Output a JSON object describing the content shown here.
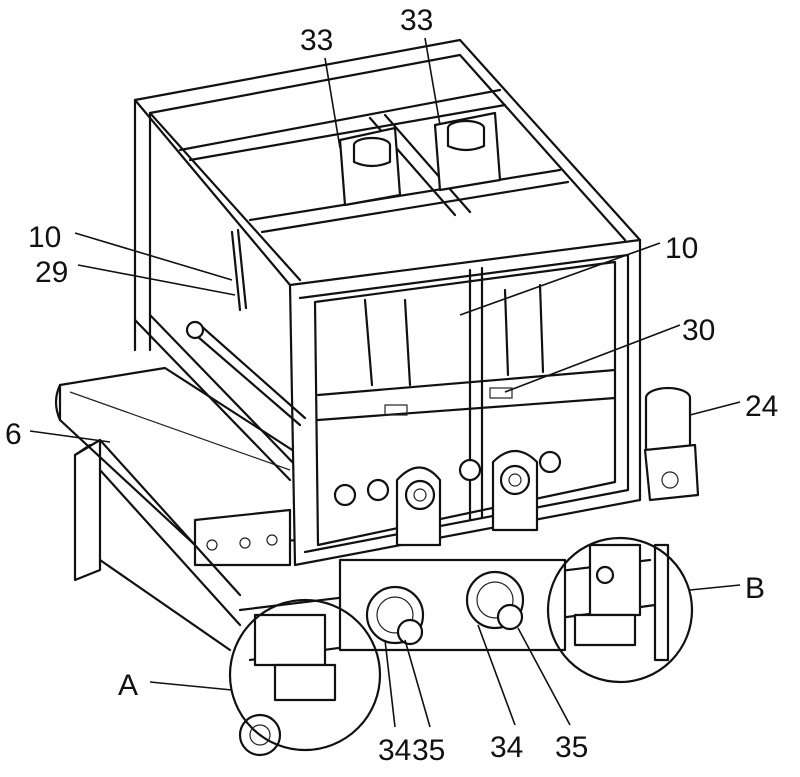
{
  "labels": {
    "33a": "33",
    "33b": "33",
    "10a": "10",
    "29": "29",
    "6": "6",
    "10b": "10",
    "30": "30",
    "24": "24",
    "B": "B",
    "A": "A",
    "34": "34",
    "35a": "35",
    "34b": "34",
    "35b": "35"
  }
}
